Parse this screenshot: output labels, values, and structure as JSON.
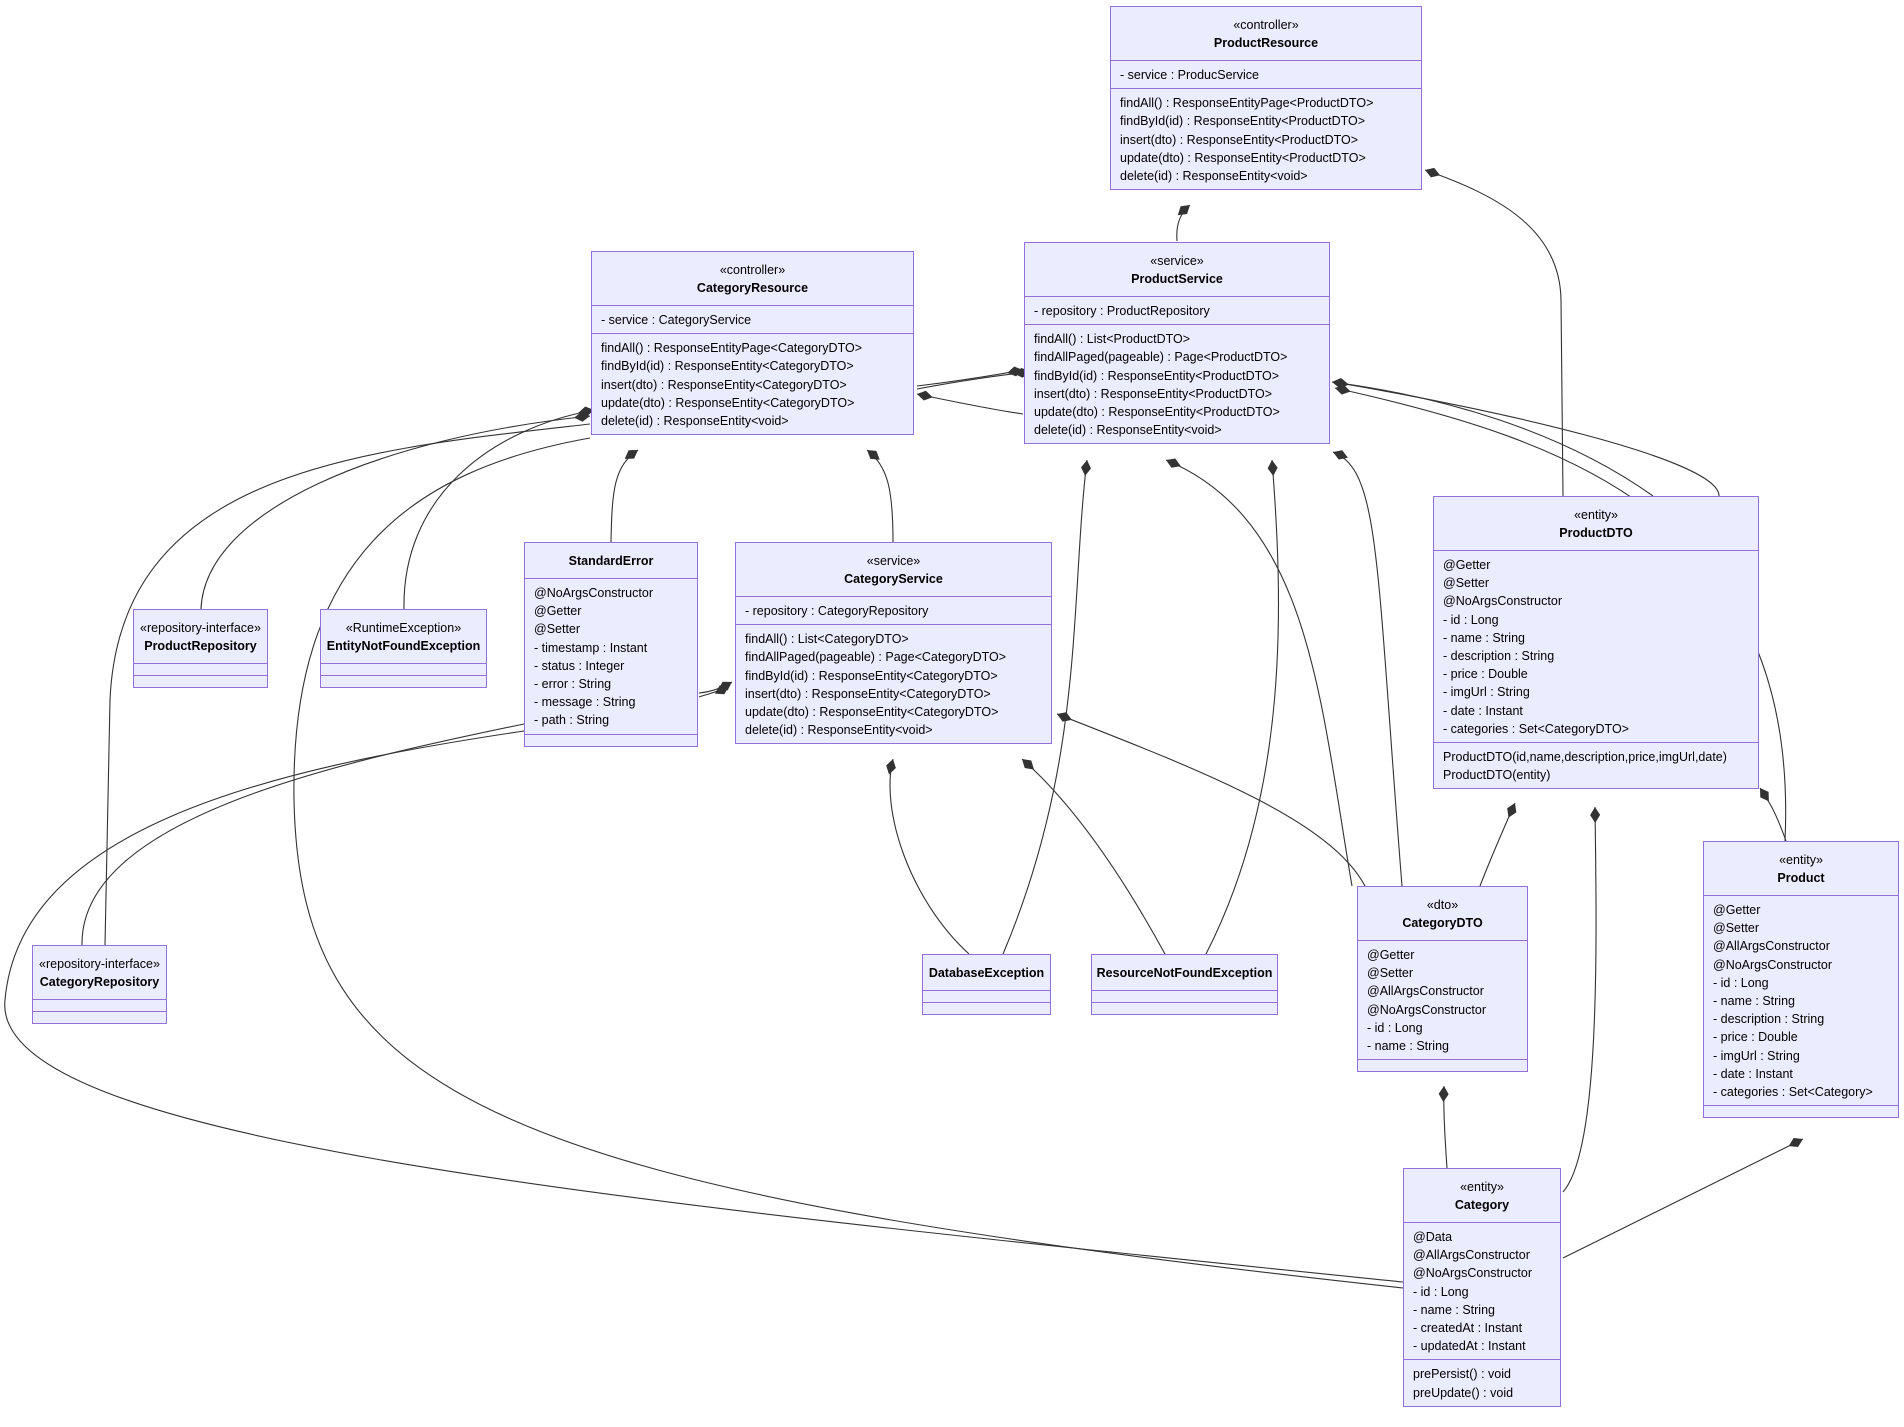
{
  "diagram": {
    "classes": [
      {
        "id": "ProductResource",
        "stereotype": "«controller»",
        "name": "ProductResource",
        "attributes": [
          "- service : ProducService"
        ],
        "methods": [
          "findAll() : ResponseEntityPage<ProductDTO>",
          "findById(id) : ResponseEntity<ProductDTO>",
          "insert(dto) : ResponseEntity<ProductDTO>",
          "update(dto) : ResponseEntity<ProductDTO>",
          "delete(id) : ResponseEntity<void>"
        ]
      },
      {
        "id": "ProductService",
        "stereotype": "«service»",
        "name": "ProductService",
        "attributes": [
          "- repository : ProductRepository"
        ],
        "methods": [
          "findAll() : List<ProductDTO>",
          "findAllPaged(pageable) : Page<ProductDTO>",
          "findById(id) : ResponseEntity<ProductDTO>",
          "insert(dto) : ResponseEntity<ProductDTO>",
          "update(dto) : ResponseEntity<ProductDTO>",
          "delete(id) : ResponseEntity<void>"
        ]
      },
      {
        "id": "CategoryResource",
        "stereotype": "«controller»",
        "name": "CategoryResource",
        "attributes": [
          "- service : CategoryService"
        ],
        "methods": [
          "findAll() : ResponseEntityPage<CategoryDTO>",
          "findById(id) : ResponseEntity<CategoryDTO>",
          "insert(dto) : ResponseEntity<CategoryDTO>",
          "update(dto) : ResponseEntity<CategoryDTO>",
          "delete(id) : ResponseEntity<void>"
        ]
      },
      {
        "id": "ProductDTO",
        "stereotype": "«entity»",
        "name": "ProductDTO",
        "attributes": [
          "@Getter",
          "@Setter",
          "@NoArgsConstructor",
          "- id : Long",
          "- name : String",
          "- description : String",
          "- price : Double",
          "- imgUrl : String",
          "- date : Instant",
          "- categories : Set<CategoryDTO>"
        ],
        "methods": [
          "ProductDTO(id,name,description,price,imgUrl,date)",
          "ProductDTO(entity)"
        ]
      },
      {
        "id": "StandardError",
        "stereotype": "",
        "name": "StandardError",
        "attributes": [
          "@NoArgsConstructor",
          "@Getter",
          "@Setter",
          "- timestamp : Instant",
          "- status : Integer",
          "- error : String",
          "- message : String",
          "- path : String"
        ],
        "methods": []
      },
      {
        "id": "CategoryService",
        "stereotype": "«service»",
        "name": "CategoryService",
        "attributes": [
          "- repository : CategoryRepository"
        ],
        "methods": [
          "findAll() : List<CategoryDTO>",
          "findAllPaged(pageable) : Page<CategoryDTO>",
          "findById(id) : ResponseEntity<CategoryDTO>",
          "insert(dto) : ResponseEntity<CategoryDTO>",
          "update(dto) : ResponseEntity<CategoryDTO>",
          "delete(id) : ResponseEntity<void>"
        ]
      },
      {
        "id": "ProductRepository",
        "stereotype": "«repository-interface»",
        "name": "ProductRepository",
        "attributes": [],
        "methods": []
      },
      {
        "id": "EntityNotFoundException",
        "stereotype": "«RuntimeException»",
        "name": "EntityNotFoundException",
        "attributes": [],
        "methods": []
      },
      {
        "id": "Product",
        "stereotype": "«entity»",
        "name": "Product",
        "attributes": [
          "@Getter",
          "@Setter",
          "@AllArgsConstructor",
          "@NoArgsConstructor",
          "- id : Long",
          "- name : String",
          "- description : String",
          "- price : Double",
          "- imgUrl : String",
          "- date : Instant",
          "- categories : Set<Category>"
        ],
        "methods": []
      },
      {
        "id": "CategoryDTO",
        "stereotype": "«dto»",
        "name": "CategoryDTO",
        "attributes": [
          "@Getter",
          "@Setter",
          "@AllArgsConstructor",
          "@NoArgsConstructor",
          "- id : Long",
          "- name : String"
        ],
        "methods": []
      },
      {
        "id": "CategoryRepository",
        "stereotype": "«repository-interface»",
        "name": "CategoryRepository",
        "attributes": [],
        "methods": []
      },
      {
        "id": "DatabaseException",
        "stereotype": "",
        "name": "DatabaseException",
        "attributes": [],
        "methods": []
      },
      {
        "id": "ResourceNotFoundException",
        "stereotype": "",
        "name": "ResourceNotFoundException",
        "attributes": [],
        "methods": []
      },
      {
        "id": "Category",
        "stereotype": "«entity»",
        "name": "Category",
        "attributes": [
          "@Data",
          "@AllArgsConstructor",
          "@NoArgsConstructor",
          "- id : Long",
          "- name : String",
          "- createdAt : Instant",
          "- updatedAt : Instant"
        ],
        "methods": [
          "prePersist() : void",
          "preUpdate() : void"
        ]
      }
    ],
    "relations": [
      {
        "from": "ProductResource",
        "to": "ProductService",
        "type": "composition"
      },
      {
        "from": "ProductResource",
        "to": "ProductDTO",
        "type": "composition"
      },
      {
        "from": "ProductService",
        "to": "CategoryResource",
        "type": "composition"
      },
      {
        "from": "CategoryResource",
        "to": "ProductService",
        "type": "composition"
      },
      {
        "from": "CategoryResource",
        "to": "StandardError",
        "type": "composition"
      },
      {
        "from": "CategoryResource",
        "to": "CategoryService",
        "type": "composition"
      },
      {
        "from": "CategoryResource",
        "to": "EntityNotFoundException",
        "type": "composition"
      },
      {
        "from": "CategoryResource",
        "to": "ProductRepository",
        "type": "association"
      },
      {
        "from": "CategoryResource",
        "to": "CategoryRepository",
        "type": "association"
      },
      {
        "from": "CategoryResource",
        "to": "Category",
        "type": "association"
      },
      {
        "from": "ProductService",
        "to": "ProductDTO",
        "type": "composition"
      },
      {
        "from": "ProductService",
        "to": "Product",
        "type": "composition"
      },
      {
        "from": "ProductService",
        "to": "DatabaseException",
        "type": "composition"
      },
      {
        "from": "ProductService",
        "to": "ResourceNotFoundException",
        "type": "composition"
      },
      {
        "from": "ProductService",
        "to": "CategoryDTO",
        "type": "composition"
      },
      {
        "from": "ProductService",
        "to": "CategoryDTO",
        "type": "association"
      },
      {
        "from": "CategoryService",
        "to": "StandardError",
        "type": "composition"
      },
      {
        "from": "CategoryService",
        "to": "DatabaseException",
        "type": "composition"
      },
      {
        "from": "CategoryService",
        "to": "ResourceNotFoundException",
        "type": "composition"
      },
      {
        "from": "CategoryService",
        "to": "CategoryDTO",
        "type": "composition"
      },
      {
        "from": "StandardError",
        "to": "CategoryRepository",
        "type": "association"
      },
      {
        "from": "StandardError",
        "to": "Category",
        "type": "association"
      },
      {
        "from": "ProductDTO",
        "to": "CategoryDTO",
        "type": "composition"
      },
      {
        "from": "ProductDTO",
        "to": "Category",
        "type": "composition"
      },
      {
        "from": "ProductDTO",
        "to": "Product",
        "type": "composition"
      },
      {
        "from": "CategoryDTO",
        "to": "Category",
        "type": "composition"
      },
      {
        "from": "Product",
        "to": "Category",
        "type": "composition"
      }
    ]
  },
  "colors": {
    "node_fill": "#ececff",
    "node_border": "#9370db",
    "edge": "#333333",
    "background": "#ffffff"
  }
}
